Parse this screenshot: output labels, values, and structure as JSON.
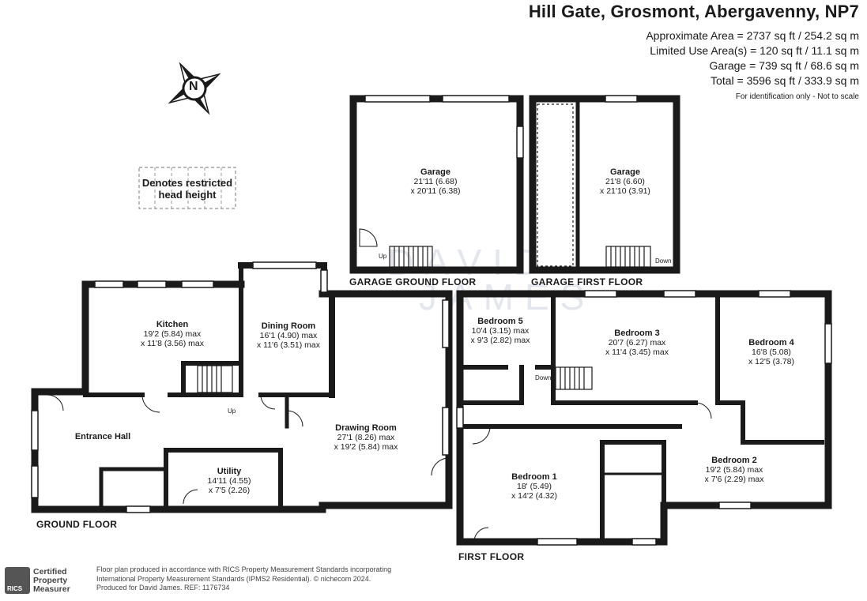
{
  "header": {
    "title": "Hill Gate, Grosmont, Abergavenny, NP7",
    "areas": [
      "Approximate Area = 2737 sq ft / 254.2 sq m",
      "Limited Use Area(s) = 120 sq ft / 11.1 sq m",
      "Garage = 739 sq ft / 68.6 sq m",
      "Total = 3596 sq ft / 333.9 sq m"
    ],
    "identification": "For identification only - Not to scale"
  },
  "compass": {
    "letter": "N"
  },
  "legend": {
    "restricted_line1": "Denotes restricted",
    "restricted_line2": "head height"
  },
  "watermark": {
    "line1": "DAVID",
    "line2": "JAMES"
  },
  "floors": {
    "garage_ground": "GARAGE GROUND FLOOR",
    "garage_first": "GARAGE FIRST FLOOR",
    "ground": "GROUND FLOOR",
    "first": "FIRST FLOOR"
  },
  "rooms": {
    "garage_ground": {
      "name": "Garage",
      "dim1": "21'11 (6.68)",
      "dim2": "x 20'11 (6.38)"
    },
    "garage_first": {
      "name": "Garage",
      "dim1": "21'8 (6.60)",
      "dim2": "x 21'10 (3.91)"
    },
    "kitchen": {
      "name": "Kitchen",
      "dim1": "19'2 (5.84) max",
      "dim2": "x 11'8 (3.56) max"
    },
    "dining": {
      "name": "Dining Room",
      "dim1": "16'1 (4.90) max",
      "dim2": "x 11'6 (3.51) max"
    },
    "entrance": {
      "name": "Entrance Hall"
    },
    "utility": {
      "name": "Utility",
      "dim1": "14'11 (4.55)",
      "dim2": "x 7'5 (2.26)"
    },
    "drawing": {
      "name": "Drawing Room",
      "dim1": "27'1 (8.26) max",
      "dim2": "x 19'2 (5.84) max"
    },
    "bedroom5": {
      "name": "Bedroom 5",
      "dim1": "10'4 (3.15) max",
      "dim2": "x 9'3 (2.82) max"
    },
    "bedroom3": {
      "name": "Bedroom 3",
      "dim1": "20'7 (6.27) max",
      "dim2": "x 11'4 (3.45) max"
    },
    "bedroom4": {
      "name": "Bedroom 4",
      "dim1": "16'8 (5.08)",
      "dim2": "x 12'5 (3.78)"
    },
    "bedroom2": {
      "name": "Bedroom 2",
      "dim1": "19'2 (5.84) max",
      "dim2": "x 7'6 (2.29) max"
    },
    "bedroom1": {
      "name": "Bedroom 1",
      "dim1": "18' (5.49)",
      "dim2": "x 14'2 (4.32)"
    }
  },
  "stair_labels": {
    "up1": "Up",
    "up2": "Up",
    "down1": "Down",
    "down2": "Down"
  },
  "footer": {
    "line1": "Floor plan produced in accordance with RICS Property Measurement Standards incorporating",
    "line2": "International Property Measurement Standards (IPMS2 Residential).  © nichecom 2024.",
    "line3": "Produced for David James.   REF:  1176734",
    "rics_1": "Certified",
    "rics_2": "Property",
    "rics_3": "Measurer",
    "rics_logo": "RICS"
  }
}
